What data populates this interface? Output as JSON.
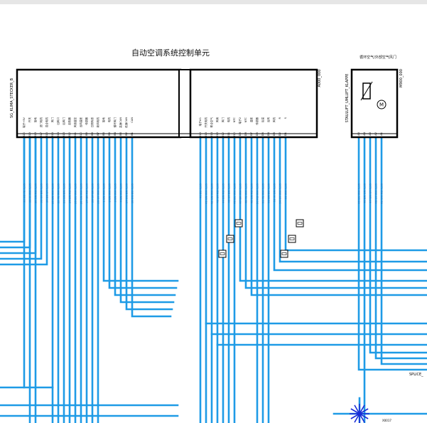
{
  "title": "自动空调系统控制单元",
  "left_module": {
    "side_label": "SG_KLIMA_STECKER_B",
    "corner_label": "A000_000",
    "pins": [
      "B20",
      "B19",
      "B18",
      "B17",
      "B16",
      "B15",
      "B14",
      "B13",
      "B12",
      "B11",
      "B10",
      "B9",
      "B8",
      "B7",
      "B6",
      "B5",
      "B4",
      "B3",
      "B2",
      "B1"
    ],
    "descs": [
      "端子+5V",
      "开关",
      "接地",
      "进门电机",
      "混合电机",
      "风门",
      "出风口",
      "后风门",
      "加热器",
      "风道温控",
      "出风温度",
      "传感器",
      "日照传感",
      "新风电机",
      "接地",
      "电机",
      "循环风门",
      "高速CAN",
      "低速CAN",
      "CAN"
    ],
    "wires": [
      "32 8D YE 0,35",
      "33 VI WH 0,35",
      "30 GN RD 0,35",
      "31 GY BN 0,35",
      "34 BK GY 0,35",
      "35 BN WH 0,35",
      "22 YE WH 0,35",
      "23 GN BN 0,35",
      "24 BN RD 0,35",
      "25 BU WH 0,35",
      "26 GN WH 0,35",
      "27 BK RD 0,35",
      "28 GY BK 0,35",
      "29 GY WH 0,35",
      "1 BN WH 0,35",
      "2 BN WH 0,35",
      "3 BN WH 0,35",
      "4 BN WH 0,35",
      "17 OG BN 0,35",
      "18 OG BU 0,35"
    ]
  },
  "right_module": {
    "pins": [
      "D16",
      "D15",
      "D14",
      "D13",
      "D12",
      "D11",
      "D10",
      "D9",
      "D8",
      "D7",
      "D6",
      "D5",
      "D4",
      "D3",
      "D2",
      "D1"
    ],
    "descs": [
      "端子#1",
      "开关电机",
      "联合空气",
      "风扇",
      "风门",
      "电机",
      "NTC",
      "端子2",
      "NTC",
      "温度",
      "传感器",
      "后温",
      "出风",
      "风机",
      "R",
      "S"
    ],
    "wires": [
      "40 BU 0,35",
      "41 BN WH 0,35",
      "42 GN WH 0,35",
      "43 GY RD 0,35",
      "44 BN RD 0,35",
      "45 GY BN 0,35",
      "46 BU WH 0,35",
      "47 BK WH 0,35",
      "48 YE WH 0,35",
      "49 GN RD 0,35",
      "50 RD WH 0,35",
      "51 YE WH 0,35",
      "52 BN BU 0,35",
      "53 VI GN 0,35",
      "54 GY WH 0,35",
      "55 WH 0,35"
    ]
  },
  "motor_module": {
    "top_label": "循环空气/外部空气风门",
    "side_label": "STAULUFT_UMLUFT_KLAPPE",
    "corner_label": "M900_000",
    "pins": [
      "A5",
      "A4",
      "A3",
      "A2",
      "A1"
    ],
    "motor_symbol": "M",
    "wires": [
      "45 BU WH 0,35",
      "46 BN GN 0,35",
      "47 GN GY 0,35",
      "48 GY WH 0,35",
      "49 WH RD 0,35"
    ]
  },
  "splice_label": "SPLICE_",
  "node_label": "X0017",
  "wire_color": "#1e9be6"
}
